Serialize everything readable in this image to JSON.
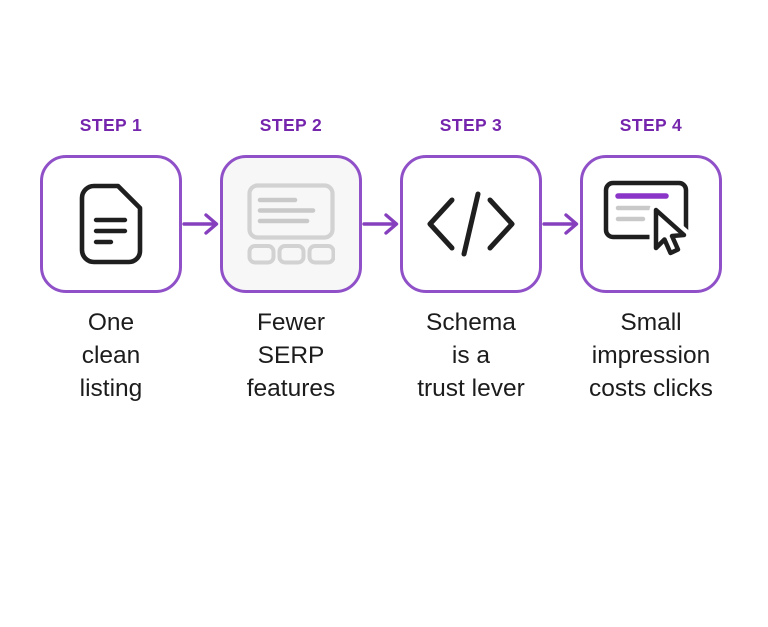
{
  "colors": {
    "accent-label": "#7526ad",
    "box-border": "#9051c8",
    "arrow": "#8640bd",
    "icon-dark": "#1f1f1f",
    "icon-gray": "#d2d2d2",
    "icon-gray-line": "#c9c9c9",
    "step4-bar": "#8a35c8",
    "caption-text": "#1c1c1c",
    "box2-bg": "#f7f7f7",
    "page-bg": "#ffffff"
  },
  "steps": [
    {
      "label": "STEP 1",
      "icon": "document-icon",
      "caption_lines": [
        "One",
        "clean",
        "listing"
      ]
    },
    {
      "label": "STEP 2",
      "icon": "serp-features-icon",
      "caption_lines": [
        "Fewer",
        "SERP",
        "features"
      ]
    },
    {
      "label": "STEP 3",
      "icon": "code-schema-icon",
      "caption_lines": [
        "Schema",
        "is a",
        "trust lever"
      ]
    },
    {
      "label": "STEP 4",
      "icon": "card-cursor-icon",
      "caption_lines": [
        "Small",
        "impression",
        "costs clicks"
      ]
    }
  ],
  "connector_icon": "arrow-right-icon"
}
